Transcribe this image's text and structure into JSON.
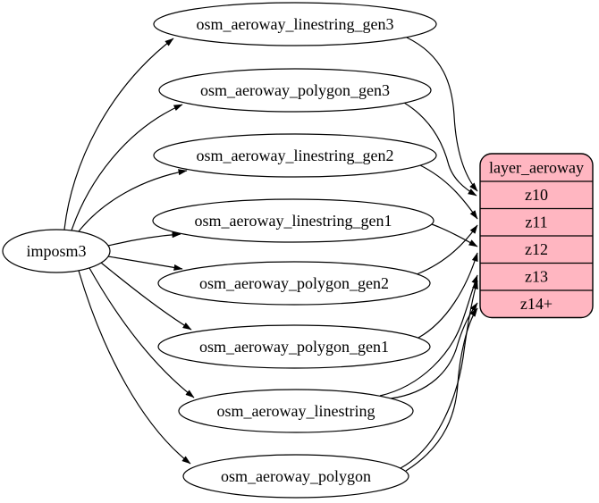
{
  "diagram": {
    "type": "graphviz-etl-flow",
    "background_color": "#ffffff",
    "colors": {
      "table_node_fill": "#ffffff",
      "layer_node_fill": "#ffb6c1",
      "stroke": "#000000",
      "text": "#000000"
    },
    "source_node": {
      "label": "imposm3"
    },
    "table_nodes": [
      {
        "label": "osm_aeroway_linestring_gen3"
      },
      {
        "label": "osm_aeroway_polygon_gen3"
      },
      {
        "label": "osm_aeroway_linestring_gen2"
      },
      {
        "label": "osm_aeroway_linestring_gen1"
      },
      {
        "label": "osm_aeroway_polygon_gen2"
      },
      {
        "label": "osm_aeroway_polygon_gen1"
      },
      {
        "label": "osm_aeroway_linestring"
      },
      {
        "label": "osm_aeroway_polygon"
      }
    ],
    "layer_node": {
      "title": "layer_aeroway",
      "rows": [
        "z10",
        "z11",
        "z12",
        "z13",
        "z14+"
      ]
    },
    "edges": [
      {
        "from": "imposm3",
        "to": "osm_aeroway_linestring_gen3"
      },
      {
        "from": "imposm3",
        "to": "osm_aeroway_polygon_gen3"
      },
      {
        "from": "imposm3",
        "to": "osm_aeroway_linestring_gen2"
      },
      {
        "from": "imposm3",
        "to": "osm_aeroway_linestring_gen1"
      },
      {
        "from": "imposm3",
        "to": "osm_aeroway_polygon_gen2"
      },
      {
        "from": "imposm3",
        "to": "osm_aeroway_polygon_gen1"
      },
      {
        "from": "imposm3",
        "to": "osm_aeroway_linestring"
      },
      {
        "from": "imposm3",
        "to": "osm_aeroway_polygon"
      },
      {
        "from": "osm_aeroway_linestring_gen3",
        "to": "layer_aeroway:z10"
      },
      {
        "from": "osm_aeroway_polygon_gen3",
        "to": "layer_aeroway:z10"
      },
      {
        "from": "osm_aeroway_linestring_gen2",
        "to": "layer_aeroway:z11"
      },
      {
        "from": "osm_aeroway_polygon_gen2",
        "to": "layer_aeroway:z11"
      },
      {
        "from": "osm_aeroway_linestring_gen1",
        "to": "layer_aeroway:z12"
      },
      {
        "from": "osm_aeroway_polygon_gen1",
        "to": "layer_aeroway:z12"
      },
      {
        "from": "osm_aeroway_linestring",
        "to": "layer_aeroway:z13"
      },
      {
        "from": "osm_aeroway_polygon",
        "to": "layer_aeroway:z13"
      },
      {
        "from": "osm_aeroway_linestring",
        "to": "layer_aeroway:z14+"
      },
      {
        "from": "osm_aeroway_polygon",
        "to": "layer_aeroway:z14+"
      }
    ]
  }
}
